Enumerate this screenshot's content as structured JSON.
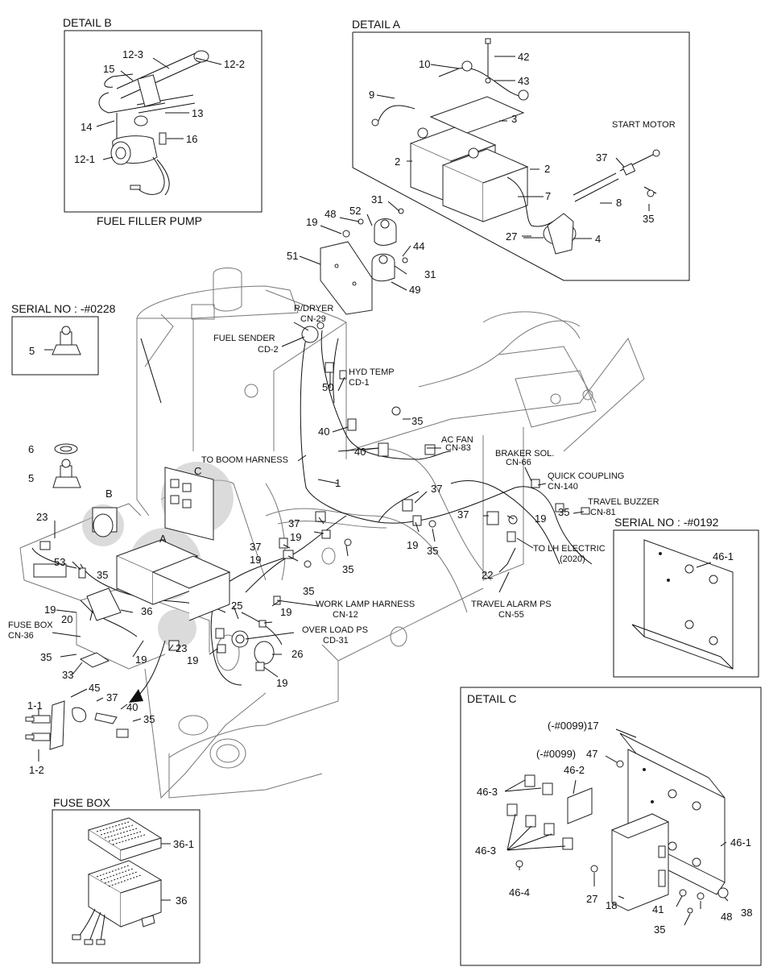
{
  "frames": {
    "detail_b": {
      "title": "DETAIL B",
      "caption": "FUEL FILLER PUMP"
    },
    "detail_a": {
      "title": "DETAIL A"
    },
    "serial_0228": {
      "title": "SERIAL NO : -#0228"
    },
    "serial_0192": {
      "title": "SERIAL NO : -#0192"
    },
    "detail_c": {
      "title": "DETAIL C"
    },
    "fuse_box": {
      "title": "FUSE BOX"
    }
  },
  "labels": {
    "start_motor": "START MOTOR",
    "rdryer_a": "R/DRYER",
    "rdryer_b": "CN-29",
    "fuel_sender_a": "FUEL SENDER",
    "fuel_sender_b": "CD-2",
    "hyd_temp_a": "HYD TEMP",
    "hyd_temp_b": "CD-1",
    "to_boom": "TO BOOM HARNESS",
    "ac_fan_a": "AC FAN",
    "ac_fan_b": "CN-83",
    "braker_a": "BRAKER SOL.",
    "braker_b": "CN-66",
    "quick_a": "QUICK COUPLING",
    "quick_b": "CN-140",
    "buzzer_a": "TRAVEL BUZZER",
    "buzzer_b": "CN-81",
    "lh_a": "TO LH ELECTRIC",
    "lh_b": "(2020)",
    "work_lamp_a": "WORK LAMP HARNESS",
    "work_lamp_b": "CN-12",
    "overload_a": "OVER LOAD PS",
    "overload_b": "CD-31",
    "alarm_a": "TRAVEL ALARM PS",
    "alarm_b": "CN-55",
    "fusebox_a": "FUSE BOX",
    "fusebox_b": "CN-36",
    "c17": "(-#0099)17",
    "c47": "(-#0099)",
    "letter_a": "A",
    "letter_b": "B",
    "letter_c": "C"
  },
  "callouts": {
    "b12_3": "12-3",
    "b12_2": "12-2",
    "b15": "15",
    "b13": "13",
    "b14": "14",
    "b16": "16",
    "b12_1": "12-1",
    "a10": "10",
    "a42": "42",
    "a43": "43",
    "a9": "9",
    "a3": "3",
    "a2l": "2",
    "a2r": "2",
    "a37": "37",
    "a8": "8",
    "a7": "7",
    "a35": "35",
    "a27": "27",
    "a4": "4",
    "m19a": "19",
    "m48": "48",
    "m52": "52",
    "m31a": "31",
    "m51": "51",
    "m44": "44",
    "m31b": "31",
    "m49": "49",
    "s5": "5",
    "n50": "50",
    "n35a": "35",
    "n40a": "40",
    "n40b": "40",
    "n6": "6",
    "n5": "5",
    "n1": "1",
    "n37a": "37",
    "n35b": "35",
    "n23a": "23",
    "n37b": "37",
    "n19b": "19",
    "n19c": "19",
    "n37c": "37",
    "n19d": "19",
    "n35c": "35",
    "n35d": "35",
    "n19e": "19",
    "n35e": "35",
    "n53": "53",
    "n35f": "35",
    "n22": "22",
    "n19f": "19",
    "n36": "36",
    "n25": "25",
    "n20": "20",
    "n35g": "35",
    "n23b": "23",
    "n19g": "19",
    "n19h": "19",
    "n26": "26",
    "n33": "33",
    "n19i": "19",
    "n19j": "19",
    "f1_1": "1-1",
    "f45": "45",
    "f37": "37",
    "f40": "40",
    "f35": "35",
    "f1_2": "1-2",
    "r46_1": "46-1",
    "c46_3a": "46-3",
    "c46_2": "46-2",
    "c46_3b": "46-3",
    "c46_4": "46-4",
    "c27": "27",
    "c18": "18",
    "c41": "41",
    "c48": "48",
    "c38": "38",
    "c35": "35",
    "c46_1": "46-1",
    "x36_1": "36-1",
    "x36": "36"
  }
}
